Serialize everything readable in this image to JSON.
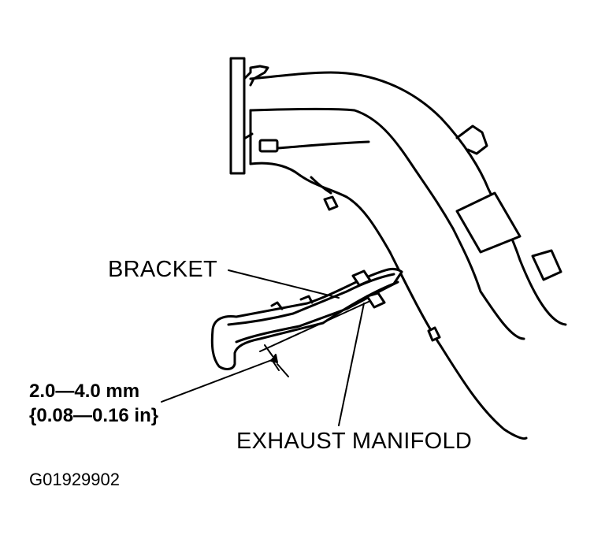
{
  "labels": {
    "bracket": "BRACKET",
    "exhaust_manifold": "EXHAUST MANIFOLD",
    "clearance_line1": "2.0—4.0 mm",
    "clearance_line2": "{0.08—0.16 in}",
    "figure_id": "G01929902"
  },
  "colors": {
    "line": "#000000",
    "background": "#ffffff"
  }
}
